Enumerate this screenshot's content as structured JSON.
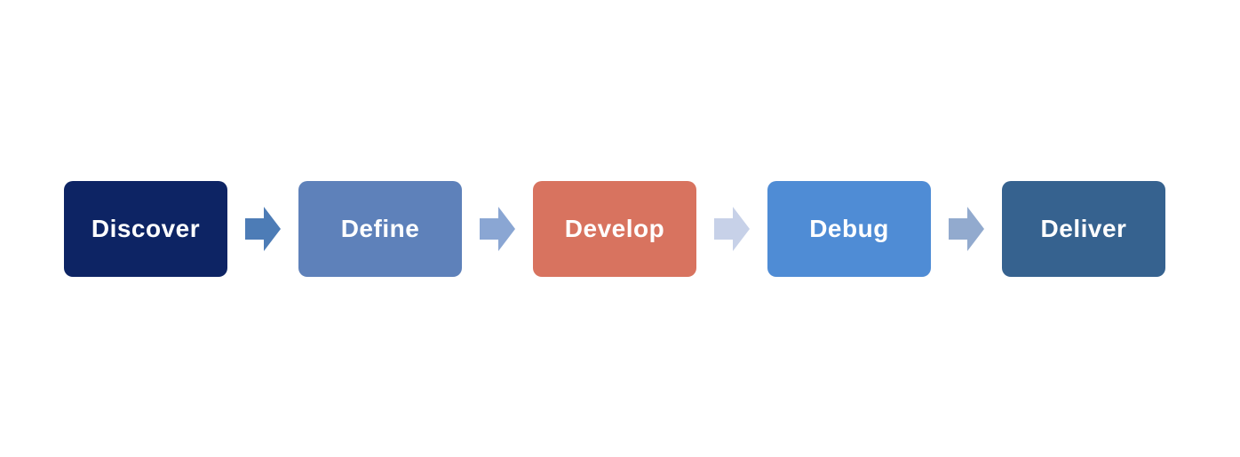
{
  "diagram": {
    "title": "process-flow",
    "background_color": "#ffffff",
    "label_color": "#ffffff",
    "stages": [
      {
        "label": "Discover",
        "color": "#0d2464"
      },
      {
        "label": "Define",
        "color": "#5e81ba"
      },
      {
        "label": "Develop",
        "color": "#d8735f"
      },
      {
        "label": "Debug",
        "color": "#4f8cd5"
      },
      {
        "label": "Deliver",
        "color": "#36628f"
      }
    ],
    "arrows": [
      {
        "direction": "right",
        "color": "#4d7cb6"
      },
      {
        "direction": "right",
        "color": "#8aa6d3"
      },
      {
        "direction": "right",
        "color": "#c7d1e8"
      },
      {
        "direction": "right",
        "color": "#92aace"
      }
    ]
  }
}
